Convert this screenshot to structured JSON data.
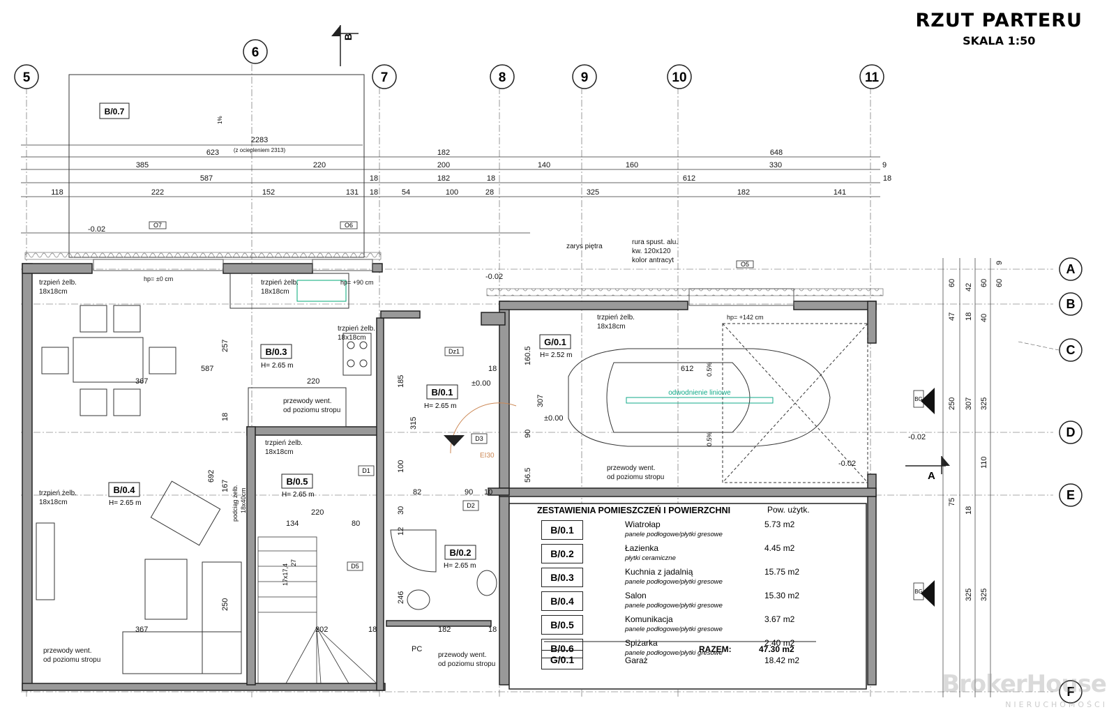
{
  "title": "RZUT PARTERU",
  "scale": "SKALA 1:50",
  "axes_top": [
    "5",
    "6",
    "7",
    "8",
    "9",
    "10",
    "11"
  ],
  "axes_right": [
    "A",
    "B",
    "C",
    "D",
    "E",
    "F"
  ],
  "section_marks": [
    "B",
    "A"
  ],
  "rooms": {
    "b07": "B/0.7",
    "b03": "B/0.3",
    "b03_h": "H= 2.65 m",
    "b01": "B/0.1",
    "b01_h": "H= 2.65 m",
    "b04": "B/0.4",
    "b04_h": "H= 2.65 m",
    "b05": "B/0.5",
    "b05_h": "H= 2.65 m",
    "b02": "B/0.2",
    "b02_h": "H= 2.65 m",
    "g01": "G/0.1",
    "g01_h": "H= 2.52 m"
  },
  "dims_top": {
    "r1": [
      "2283",
      "(z ociepleniem 2313)"
    ],
    "r2": [
      "623",
      "182",
      "648"
    ],
    "r3": [
      "385",
      "220",
      "200",
      "140",
      "160",
      "330",
      "9"
    ],
    "r4": [
      "587",
      "18",
      "182",
      "18",
      "612",
      "18"
    ],
    "r5": [
      "118",
      "222",
      "152",
      "131",
      "18",
      "54",
      "100",
      "28",
      "325",
      "182",
      "141"
    ]
  },
  "annotations": {
    "trzpien": "trzpień żelb.",
    "trzpien_size": "18x18cm",
    "przewody": "przewody went.",
    "od_stropu": "od poziomu stropu",
    "zarys": "zarys piętra",
    "rura1": "rura spust. alu.",
    "rura2": "kw. 120x120",
    "rura3": "kolor antracyt",
    "odwodnienie": "odwodnienie liniowe",
    "podciag1": "podciąg żelb.",
    "podciag2": "18x40cm",
    "hp0": "hp= ±0 cm",
    "hp90": "hp= +90 cm",
    "hp142": "hp= +142 cm",
    "ei30": "EI30",
    "pc": "PC",
    "stairs": "17x17,4",
    "stairs2": "27",
    "lvl_m002": "-0.02",
    "lvl_000": "±0.00",
    "slope": "0.5%",
    "slope1": "1%"
  },
  "dims_inner": [
    "367",
    "587",
    "257",
    "220",
    "185",
    "315",
    "100",
    "18",
    "692",
    "167",
    "220",
    "134",
    "80",
    "30",
    "82",
    "90",
    "10",
    "12",
    "246",
    "367",
    "250",
    "202",
    "18",
    "182",
    "18",
    "160.5",
    "307",
    "90",
    "56.5",
    "612",
    "18"
  ],
  "dims_right": [
    "60",
    "47",
    "250",
    "75",
    "42",
    "18",
    "307",
    "18",
    "60",
    "40",
    "325",
    "110",
    "325",
    "18",
    "9",
    "60"
  ],
  "openings": [
    "O7",
    "O6",
    "O5",
    "Dz1",
    "D1",
    "D2",
    "D3",
    "D5",
    "BG"
  ],
  "legend": {
    "header": "ZESTAWIENIA POMIESZCZEŃ I POWIERZCHNI",
    "col_area": "Pow. użytk.",
    "rows": [
      {
        "code": "B/0.1",
        "name": "Wiatrołap",
        "floor": "panele podłogowe/płytki gresowe",
        "area": "5.73 m2"
      },
      {
        "code": "B/0.2",
        "name": "Łazienka",
        "floor": "płytki ceramiczne",
        "area": "4.45 m2"
      },
      {
        "code": "B/0.3",
        "name": "Kuchnia z jadalnią",
        "floor": "panele podłogowe/płytki gresowe",
        "area": "15.75 m2"
      },
      {
        "code": "B/0.4",
        "name": "Salon",
        "floor": "panele podłogowe/płytki gresowe",
        "area": "15.30 m2"
      },
      {
        "code": "B/0.5",
        "name": "Komunikacja",
        "floor": "panele podłogowe/płytki gresowe",
        "area": "3.67 m2"
      },
      {
        "code": "B/0.6",
        "name": "Spiżarka",
        "floor": "panele podłogowe/płytki gresowe",
        "area": "2.40 m2"
      }
    ],
    "total_label": "RAZEM:",
    "total": "47.30 m2",
    "garage_code": "G/0.1",
    "garage_name": "Garaż",
    "garage_area": "18.42 m2"
  },
  "watermark": "BrokerHouse",
  "watermark_sub": "NIERUCHOMOŚCI"
}
